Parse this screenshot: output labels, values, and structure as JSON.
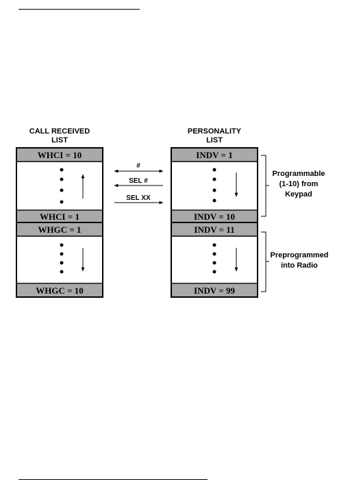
{
  "headers": {
    "left_line1": "CALL RECEIVED",
    "left_line2": "LIST",
    "right_line1": "PERSONALITY",
    "right_line2": "LIST"
  },
  "left_list": {
    "top_first": "WHCI = 10",
    "top_last": "WHCI = 1",
    "bottom_first": "WHGC = 1",
    "bottom_last": "WHGC = 10"
  },
  "right_list": {
    "top_first": "INDV = 1",
    "top_last": "INDV = 10",
    "bottom_first": "INDV = 11",
    "bottom_last": "INDV = 99"
  },
  "arrows": {
    "hash": "#",
    "sel_hash": "SEL #",
    "sel_xx": "SEL XX"
  },
  "notes": {
    "programmable_line1": "Programmable",
    "programmable_line2": "(1-10) from",
    "programmable_line3": "Keypad",
    "preprogrammed_line1": "Preprogrammed",
    "preprogrammed_line2": "into Radio"
  },
  "colors": {
    "cell_fill": "#a9a9a9",
    "line": "#000000",
    "background": "#ffffff"
  }
}
